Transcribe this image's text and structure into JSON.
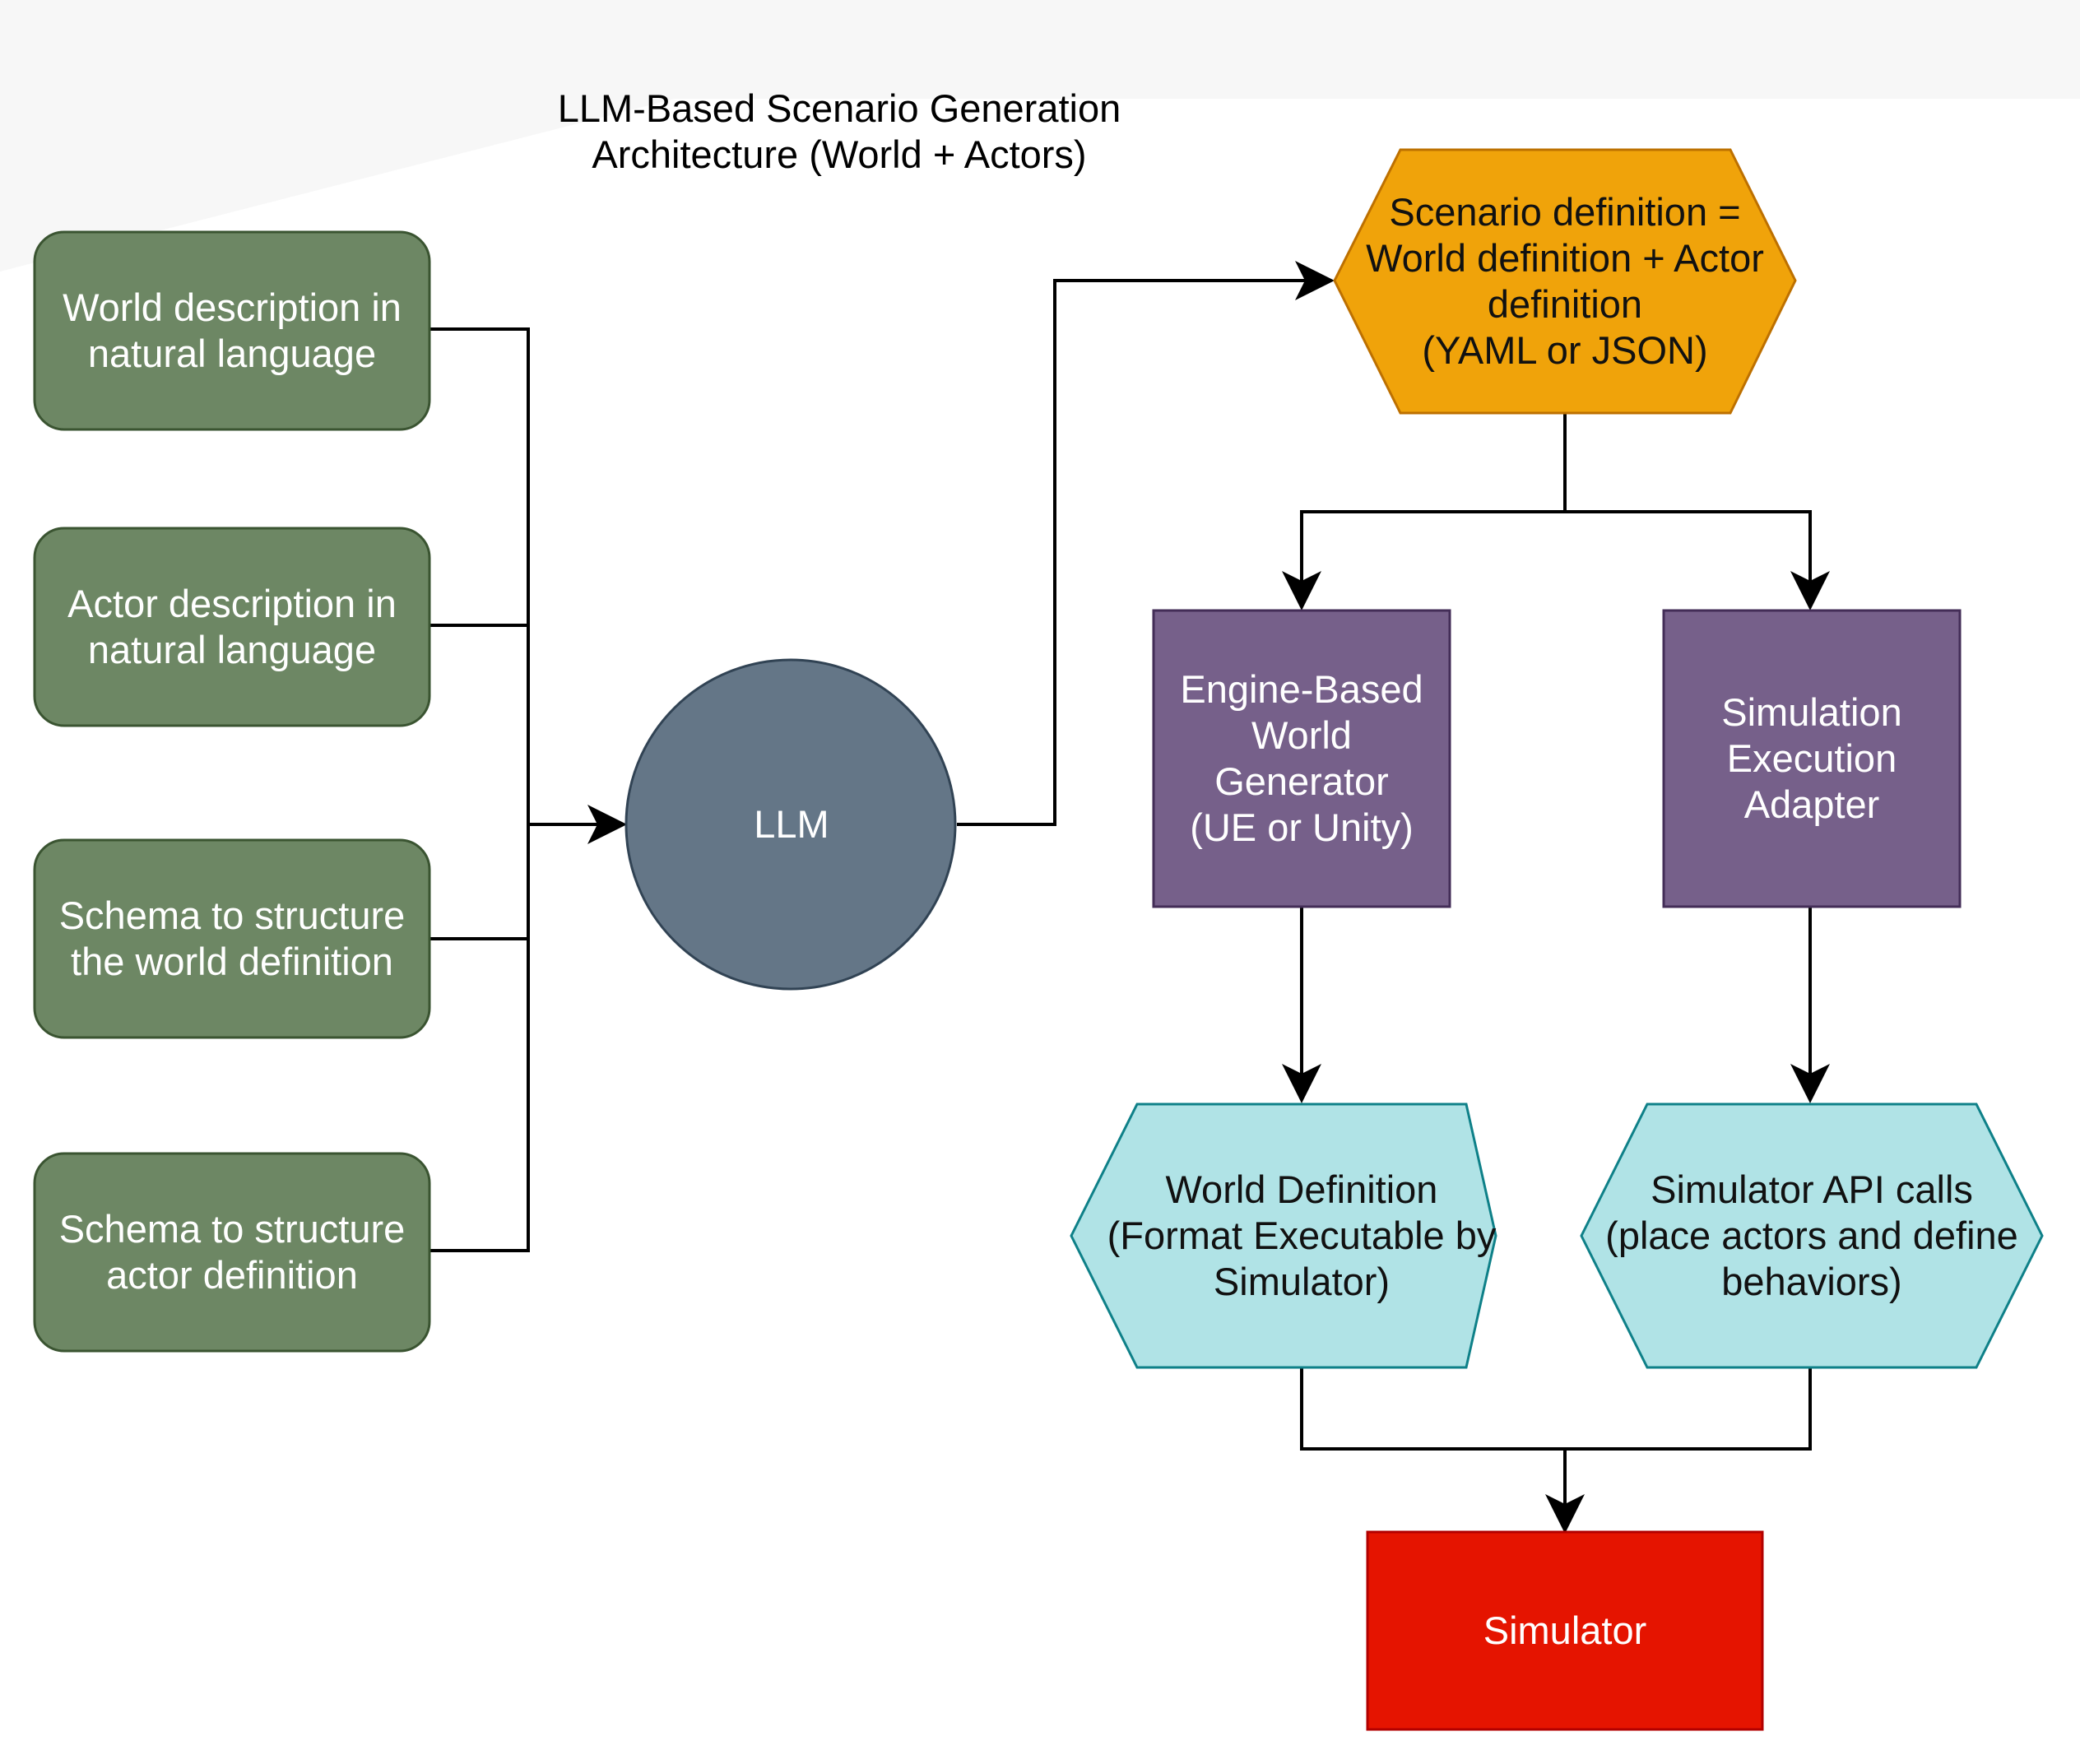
{
  "title": {
    "line1": "LLM-Based Scenario Generation",
    "line2": "Architecture (World + Actors)"
  },
  "colors": {
    "input_fill": "#6d8764",
    "input_stroke": "#3a5431",
    "llm_fill": "#647687",
    "llm_stroke": "#314354",
    "scenario_fill": "#f0a30a",
    "scenario_stroke": "#bd7000",
    "generator_fill": "#76608a",
    "generator_stroke": "#432d57",
    "output_fill": "#b0e3e6",
    "output_stroke": "#0e8088",
    "simulator_fill": "#e51400",
    "simulator_stroke": "#b20000",
    "edge": "#000000"
  },
  "nodes": {
    "world_description": {
      "lines": [
        "World description in",
        "natural language"
      ]
    },
    "actor_description": {
      "lines": [
        "Actor description in",
        "natural language"
      ]
    },
    "world_schema": {
      "lines": [
        "Schema to structure",
        "the world definition"
      ]
    },
    "actor_schema": {
      "lines": [
        "Schema to structure",
        "actor definition"
      ]
    },
    "llm": {
      "lines": [
        "LLM"
      ]
    },
    "scenario_definition": {
      "lines": [
        "Scenario definition =",
        "World definition + Actor",
        "definition",
        "(YAML or JSON)"
      ]
    },
    "world_generator": {
      "lines": [
        "Engine-Based",
        "World",
        "Generator",
        "(UE or Unity)"
      ]
    },
    "execution_adapter": {
      "lines": [
        "Simulation",
        "Execution",
        "Adapter"
      ]
    },
    "world_definition": {
      "lines": [
        "World Definition",
        "(Format Executable by",
        "Simulator)"
      ]
    },
    "api_calls": {
      "lines": [
        "Simulator API calls",
        "(place actors and define",
        "behaviors)"
      ]
    },
    "simulator": {
      "lines": [
        "Simulator"
      ]
    }
  }
}
